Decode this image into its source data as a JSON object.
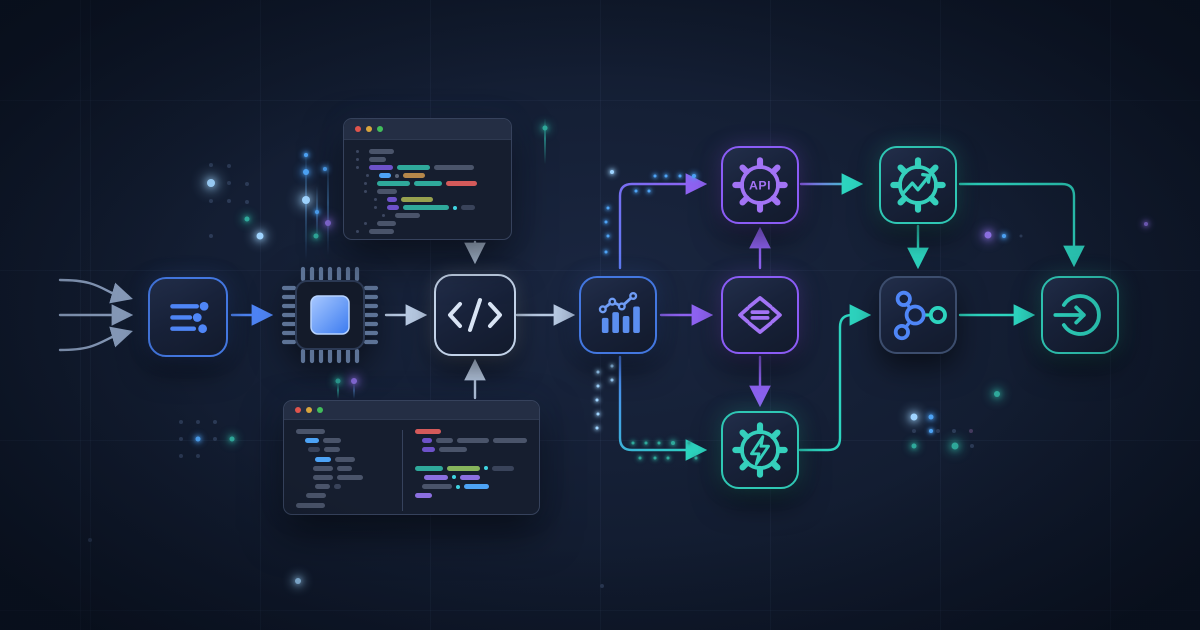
{
  "palette": {
    "bg": "#121c30",
    "accent_blue": "#4f86f7",
    "accent_purple": "#8b5cf6",
    "accent_teal": "#2dd4bf",
    "accent_light": "#c2d2e8",
    "traffic_close": "#e0544c",
    "traffic_min": "#d9a53d",
    "traffic_max": "#41bd5b",
    "gray": "#4a546a",
    "grayd": "#39435a",
    "blue": "#4da3f5",
    "purple": "#6d52c9",
    "purpleL": "#8b6fe0",
    "teal": "#2fa99b",
    "green": "#86b45c",
    "olive": "#97a14f",
    "orange": "#b5874a",
    "red": "#d45a5a",
    "cyan": "#3fd4e2",
    "dotg": "#5a6478",
    "dim": "#2c3b57",
    "dimp": "#453a5e",
    "sky": "#9fd4ff"
  },
  "diagram": {
    "nodes": [
      {
        "id": "ingest",
        "icon": "list-icon",
        "accent": "blue"
      },
      {
        "id": "processor",
        "icon": "cpu-icon",
        "accent": "blue"
      },
      {
        "id": "code-transform",
        "icon": "code-brackets-icon",
        "accent": "light"
      },
      {
        "id": "analytics",
        "icon": "bar-line-chart-icon",
        "accent": "blue"
      },
      {
        "id": "api-gateway",
        "icon": "gear-api-icon",
        "accent": "purple",
        "label": "API"
      },
      {
        "id": "transform",
        "icon": "diamond-exchange-icon",
        "accent": "purple"
      },
      {
        "id": "automation",
        "icon": "gear-pulse-icon",
        "accent": "teal"
      },
      {
        "id": "task-runner",
        "icon": "gear-bolt-icon",
        "accent": "teal"
      },
      {
        "id": "distribution",
        "icon": "network-share-icon",
        "accent": "slate"
      },
      {
        "id": "output",
        "icon": "arrow-into-circle-icon",
        "accent": "teal"
      }
    ],
    "connections": [
      {
        "from": "input-streams",
        "to": "ingest"
      },
      {
        "from": "ingest",
        "to": "processor"
      },
      {
        "from": "processor",
        "to": "code-transform"
      },
      {
        "from": "top-code-window",
        "to": "code-transform"
      },
      {
        "from": "bottom-code-window",
        "to": "code-transform"
      },
      {
        "from": "code-transform",
        "to": "analytics"
      },
      {
        "from": "analytics",
        "to": "transform"
      },
      {
        "from": "analytics",
        "to": "api-gateway"
      },
      {
        "from": "analytics",
        "to": "task-runner"
      },
      {
        "from": "transform",
        "to": "api-gateway"
      },
      {
        "from": "transform",
        "to": "task-runner"
      },
      {
        "from": "api-gateway",
        "to": "automation"
      },
      {
        "from": "automation",
        "to": "distribution"
      },
      {
        "from": "automation",
        "to": "output"
      },
      {
        "from": "task-runner",
        "to": "distribution"
      },
      {
        "from": "distribution",
        "to": "output"
      }
    ]
  },
  "windows": {
    "top": {
      "lines": [
        {
          "g": 1,
          "i": 0,
          "s": [
            [
              "gray",
              25
            ]
          ]
        },
        {
          "g": 1,
          "i": 0,
          "s": [
            [
              "gray",
              17
            ]
          ]
        },
        {
          "g": 1,
          "i": 0,
          "s": [
            [
              "purple",
              24
            ],
            [
              "teal",
              33
            ],
            [
              "gray",
              40
            ]
          ]
        },
        {
          "g": 1,
          "i": 10,
          "s": [
            [
              "blue",
              12
            ],
            [
              "dot",
              "dotg"
            ],
            [
              "orange",
              22
            ]
          ]
        },
        {
          "g": 1,
          "i": 8,
          "s": [
            [
              "teal",
              33
            ],
            [
              "teal",
              28
            ],
            [
              "red",
              31
            ]
          ]
        },
        {
          "g": 1,
          "i": 8,
          "s": [
            [
              "gray",
              20
            ]
          ]
        },
        {
          "g": 1,
          "i": 18,
          "s": [
            [
              "purple",
              10
            ],
            [
              "olive",
              32
            ]
          ]
        },
        {
          "g": 1,
          "i": 18,
          "s": [
            [
              "purple",
              12
            ],
            [
              "teal",
              46
            ],
            [
              "dot",
              "cyan"
            ],
            [
              "grayd",
              14
            ]
          ]
        },
        {
          "g": 1,
          "i": 26,
          "s": [
            [
              "gray",
              25
            ]
          ]
        },
        {
          "g": 1,
          "i": 8,
          "s": [
            [
              "gray",
              19
            ]
          ]
        },
        {
          "g": 1,
          "i": 0,
          "s": [
            [
              "gray",
              25
            ]
          ]
        }
      ]
    },
    "bottom": {
      "left_lines": [
        {
          "i": 0,
          "s": [
            [
              "gray",
              29
            ]
          ]
        },
        {
          "i": 9,
          "s": [
            [
              "blue",
              14
            ],
            [
              "gray",
              18
            ]
          ]
        },
        {
          "i": 12,
          "s": [
            [
              "grayd",
              12
            ],
            [
              "gray",
              16
            ]
          ]
        },
        {
          "i": 19,
          "s": [
            [
              "blue",
              16
            ],
            [
              "gray",
              20
            ]
          ]
        },
        {
          "i": 17,
          "s": [
            [
              "gray",
              20
            ],
            [
              "gray",
              15
            ]
          ]
        },
        {
          "i": 17,
          "s": [
            [
              "gray",
              20
            ],
            [
              "gray",
              26
            ]
          ]
        },
        {
          "i": 19,
          "s": [
            [
              "gray",
              15
            ],
            [
              "grayd",
              7
            ]
          ]
        },
        {
          "i": 10,
          "s": [
            [
              "gray",
              20
            ]
          ]
        },
        {
          "i": 0,
          "s": [
            [
              "gray",
              29
            ]
          ]
        }
      ],
      "right_lines": [
        {
          "i": 0,
          "s": [
            [
              "red",
              26
            ]
          ]
        },
        {
          "i": 7,
          "s": [
            [
              "purple",
              10
            ],
            [
              "gray",
              17
            ],
            [
              "gray",
              32
            ],
            [
              "gray",
              34
            ]
          ]
        },
        {
          "i": 7,
          "s": [
            [
              "purple",
              13
            ],
            [
              "gray",
              28
            ]
          ]
        },
        {
          "i": 0,
          "s": []
        },
        {
          "i": 0,
          "s": [
            [
              "teal",
              28
            ],
            [
              "green",
              33
            ],
            [
              "dot",
              "cyan"
            ],
            [
              "grayd",
              22
            ]
          ]
        },
        {
          "i": 9,
          "s": [
            [
              "purpleL",
              24
            ],
            [
              "dot",
              "cyan"
            ],
            [
              "purpleL",
              20
            ]
          ]
        },
        {
          "i": 7,
          "s": [
            [
              "gray",
              30
            ],
            [
              "dot",
              "cyan"
            ],
            [
              "blue",
              25
            ]
          ]
        },
        {
          "i": 0,
          "s": [
            [
              "purpleL",
              17
            ]
          ]
        }
      ]
    }
  },
  "decor": {
    "dots": [
      [
        211,
        165,
        2,
        "dim",
        0
      ],
      [
        229,
        166,
        2,
        "dim",
        0
      ],
      [
        211,
        183,
        4,
        "sky",
        12
      ],
      [
        229,
        183,
        2,
        "dim",
        0
      ],
      [
        247,
        184,
        2,
        "dim",
        0
      ],
      [
        211,
        201,
        2,
        "dim",
        0
      ],
      [
        229,
        201,
        2,
        "dim",
        0
      ],
      [
        247,
        202,
        2,
        "dim",
        0
      ],
      [
        247,
        219,
        2.5,
        "teal",
        8
      ],
      [
        211,
        236,
        2,
        "dim",
        0
      ],
      [
        260,
        236,
        3.5,
        "sky",
        10
      ],
      [
        306,
        155,
        2,
        "blue",
        5
      ],
      [
        306,
        172,
        3,
        "blue",
        8
      ],
      [
        325,
        169,
        2,
        "blue",
        5
      ],
      [
        306,
        200,
        4,
        "sky",
        12
      ],
      [
        317,
        212,
        2,
        "blue",
        5
      ],
      [
        328,
        223,
        3,
        "purpleL",
        9
      ],
      [
        316,
        236,
        2.5,
        "teal",
        8
      ],
      [
        338,
        381,
        2.5,
        "teal",
        7
      ],
      [
        354,
        381,
        3,
        "purpleL",
        9
      ],
      [
        545,
        128,
        2.5,
        "teal",
        8
      ],
      [
        606,
        252,
        1.5,
        "blue",
        4
      ],
      [
        608,
        236,
        1.5,
        "blue",
        4
      ],
      [
        606,
        222,
        1.5,
        "blue",
        4
      ],
      [
        608,
        208,
        1.5,
        "blue",
        4
      ],
      [
        612,
        172,
        2,
        "sky",
        5
      ],
      [
        636,
        191,
        1.5,
        "blue",
        4
      ],
      [
        649,
        191,
        1.5,
        "blue",
        4
      ],
      [
        655,
        176,
        1.5,
        "blue",
        4
      ],
      [
        666,
        176,
        1.5,
        "blue",
        4
      ],
      [
        680,
        176,
        1.5,
        "blue",
        4
      ],
      [
        694,
        176,
        2,
        "blue",
        5
      ],
      [
        598,
        372,
        1.5,
        "sky",
        4
      ],
      [
        598,
        386,
        1.5,
        "sky",
        4
      ],
      [
        597,
        400,
        1.5,
        "sky",
        4
      ],
      [
        598,
        414,
        1.5,
        "sky",
        4
      ],
      [
        597,
        428,
        1.5,
        "sky",
        4
      ],
      [
        612,
        366,
        1.5,
        "sky",
        4
      ],
      [
        612,
        380,
        1.5,
        "sky",
        4
      ],
      [
        633,
        443,
        1.5,
        "teal",
        4
      ],
      [
        646,
        443,
        1.5,
        "teal",
        4
      ],
      [
        659,
        443,
        1.5,
        "teal",
        4
      ],
      [
        673,
        443,
        2,
        "teal",
        5
      ],
      [
        689,
        443,
        1.5,
        "teal",
        4
      ],
      [
        640,
        458,
        1.5,
        "teal",
        4
      ],
      [
        655,
        458,
        1.5,
        "teal",
        4
      ],
      [
        668,
        458,
        1.5,
        "teal",
        4
      ],
      [
        696,
        458,
        1.5,
        "teal",
        4
      ],
      [
        914,
        417,
        3.5,
        "sky",
        10
      ],
      [
        931,
        417,
        2.5,
        "blue",
        6
      ],
      [
        914,
        431,
        2,
        "dim",
        0
      ],
      [
        931,
        431,
        2,
        "blue",
        4
      ],
      [
        938,
        431,
        2,
        "dim",
        0
      ],
      [
        954,
        431,
        2,
        "dim",
        0
      ],
      [
        971,
        431,
        2,
        "dimp",
        0
      ],
      [
        914,
        446,
        2.5,
        "teal",
        7
      ],
      [
        955,
        446,
        3.5,
        "teal",
        10
      ],
      [
        972,
        446,
        2,
        "dim",
        0
      ],
      [
        997,
        394,
        3,
        "teal",
        9
      ],
      [
        988,
        235,
        3.5,
        "purpleL",
        10
      ],
      [
        1004,
        236,
        2,
        "blue",
        5
      ],
      [
        1021,
        236,
        1.5,
        "dim",
        0
      ],
      [
        1146,
        224,
        2,
        "purpleL",
        6
      ],
      [
        181,
        422,
        2,
        "dim",
        0
      ],
      [
        198,
        422,
        2,
        "dim",
        0
      ],
      [
        215,
        422,
        2,
        "dim",
        0
      ],
      [
        181,
        439,
        2,
        "dim",
        0
      ],
      [
        198,
        439,
        2.5,
        "blue",
        6
      ],
      [
        215,
        439,
        2,
        "dim",
        0
      ],
      [
        232,
        439,
        2.5,
        "teal",
        8
      ],
      [
        181,
        456,
        2,
        "dim",
        0
      ],
      [
        198,
        456,
        2,
        "dim",
        0
      ],
      [
        298,
        581,
        3,
        "sky",
        9
      ],
      [
        90,
        540,
        2,
        "dim",
        0
      ],
      [
        602,
        586,
        2,
        "dim",
        0
      ]
    ]
  }
}
